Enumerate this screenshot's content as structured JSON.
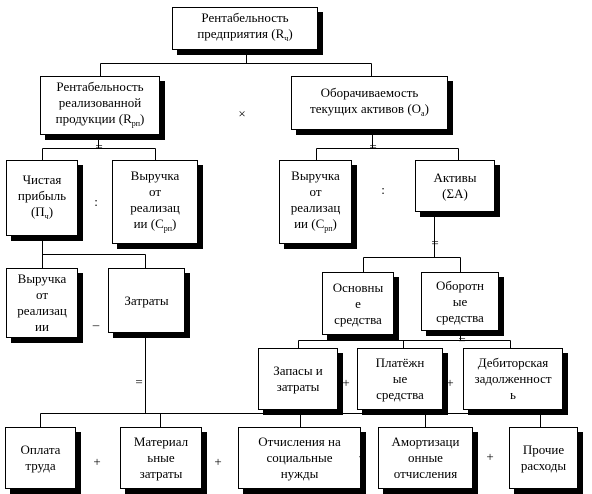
{
  "nodes": {
    "root": {
      "lines": [
        [
          "Рентабельность"
        ],
        [
          "предприятия (R",
          {
            "sub": "ч"
          },
          ")"
        ]
      ]
    },
    "r_rp": {
      "lines": [
        [
          "Рентабельность"
        ],
        [
          "реализованной"
        ],
        [
          "продукции (R",
          {
            "sub": "рп"
          },
          ")"
        ]
      ]
    },
    "o_a": {
      "lines": [
        [
          "Оборачиваемость"
        ],
        [
          "текущих активов (О",
          {
            "sub": "а"
          },
          ")"
        ]
      ]
    },
    "p_ch": {
      "lines": [
        [
          "Чистая"
        ],
        [
          "прибыль"
        ],
        [
          "(П",
          {
            "sub": "ч"
          },
          ")"
        ]
      ]
    },
    "c_rp_left": {
      "lines": [
        [
          "Выручка"
        ],
        [
          "от"
        ],
        [
          "реализац"
        ],
        [
          "ии (С",
          {
            "sub": "рп"
          },
          ")"
        ]
      ]
    },
    "c_rp_right": {
      "lines": [
        [
          "Выручка"
        ],
        [
          "от"
        ],
        [
          "реализац"
        ],
        [
          "ии (С",
          {
            "sub": "рп"
          },
          ")"
        ]
      ]
    },
    "assets": {
      "lines": [
        [
          "Активы"
        ],
        [
          "(ΣА)"
        ]
      ]
    },
    "revenue": {
      "lines": [
        [
          "Выручка"
        ],
        [
          "от"
        ],
        [
          "реализац"
        ],
        [
          "ии"
        ]
      ]
    },
    "costs": {
      "lines": [
        [
          "Затраты"
        ]
      ]
    },
    "fixed_assets": {
      "lines": [
        [
          "Основны"
        ],
        [
          "е"
        ],
        [
          "средства"
        ]
      ]
    },
    "current_assets": {
      "lines": [
        [
          "Оборотн"
        ],
        [
          "ые"
        ],
        [
          "средства"
        ]
      ]
    },
    "stocks": {
      "lines": [
        [
          "Запасы и"
        ],
        [
          "затраты"
        ]
      ]
    },
    "payment_assets": {
      "lines": [
        [
          "Платёжн"
        ],
        [
          "ые"
        ],
        [
          "средства"
        ]
      ]
    },
    "receivables": {
      "lines": [
        [
          "Дебиторская"
        ],
        [
          "задолженност"
        ],
        [
          "ь"
        ]
      ]
    },
    "wages": {
      "lines": [
        [
          "Оплата"
        ],
        [
          "труда"
        ]
      ]
    },
    "materials": {
      "lines": [
        [
          "Материал"
        ],
        [
          "ьные"
        ],
        [
          "затраты"
        ]
      ]
    },
    "social": {
      "lines": [
        [
          "Отчисления на"
        ],
        [
          "социальные"
        ],
        [
          "нужды"
        ]
      ]
    },
    "depreciation": {
      "lines": [
        [
          "Амортизаци"
        ],
        [
          "онные"
        ],
        [
          "отчисления"
        ]
      ]
    },
    "other": {
      "lines": [
        [
          "Прочие"
        ],
        [
          "расходы"
        ]
      ]
    }
  },
  "operators": {
    "multiply": "×",
    "eq_top_left": "=",
    "eq_top_right": "=",
    "divide_left": ":",
    "divide_right": ":",
    "eq_assets": "=",
    "minus": "–",
    "eq_costs": "=",
    "eq_current": "=",
    "plus_1": "+",
    "plus_2": "+",
    "plus_b1": "+",
    "plus_b2": "+",
    "plus_b3": "+",
    "plus_b4": "+"
  }
}
